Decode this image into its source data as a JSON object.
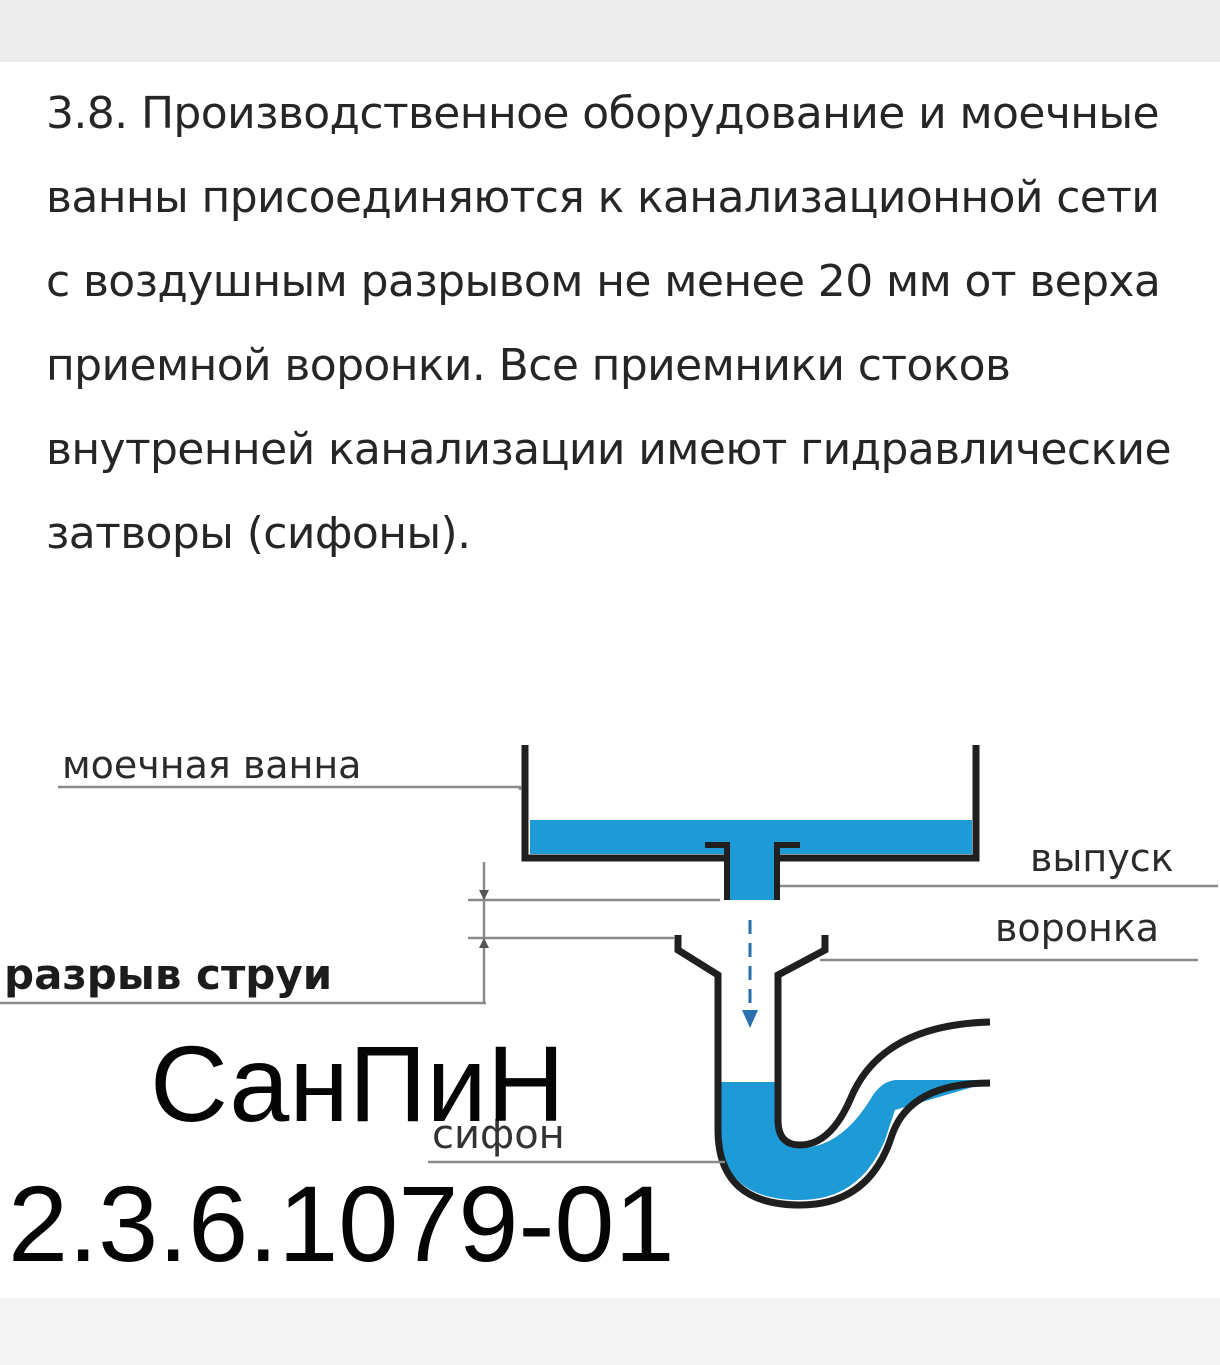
{
  "paragraph": "3.8. Производственное оборудование и моечные ванны присоединяются к канализационной сети с воздушным разрывом не менее 20 мм от верха приемной воронки. Все приемники стоков внутренней канализации имеют гидравлические затворы (сифоны).",
  "diagram": {
    "labels": {
      "sink": "моечная ванна",
      "outlet": "выпуск",
      "funnel": "воронка",
      "gap": "разрыв струи",
      "siphon": "сифон"
    },
    "colors": {
      "water": "#1e9bd7",
      "pipe": "#1f1f1f",
      "leader": "#8a8a8a",
      "arrow": "#2a6fb0"
    }
  },
  "overlay": {
    "line1": "СанПиН",
    "line2": "2.3.6.1079-01"
  }
}
